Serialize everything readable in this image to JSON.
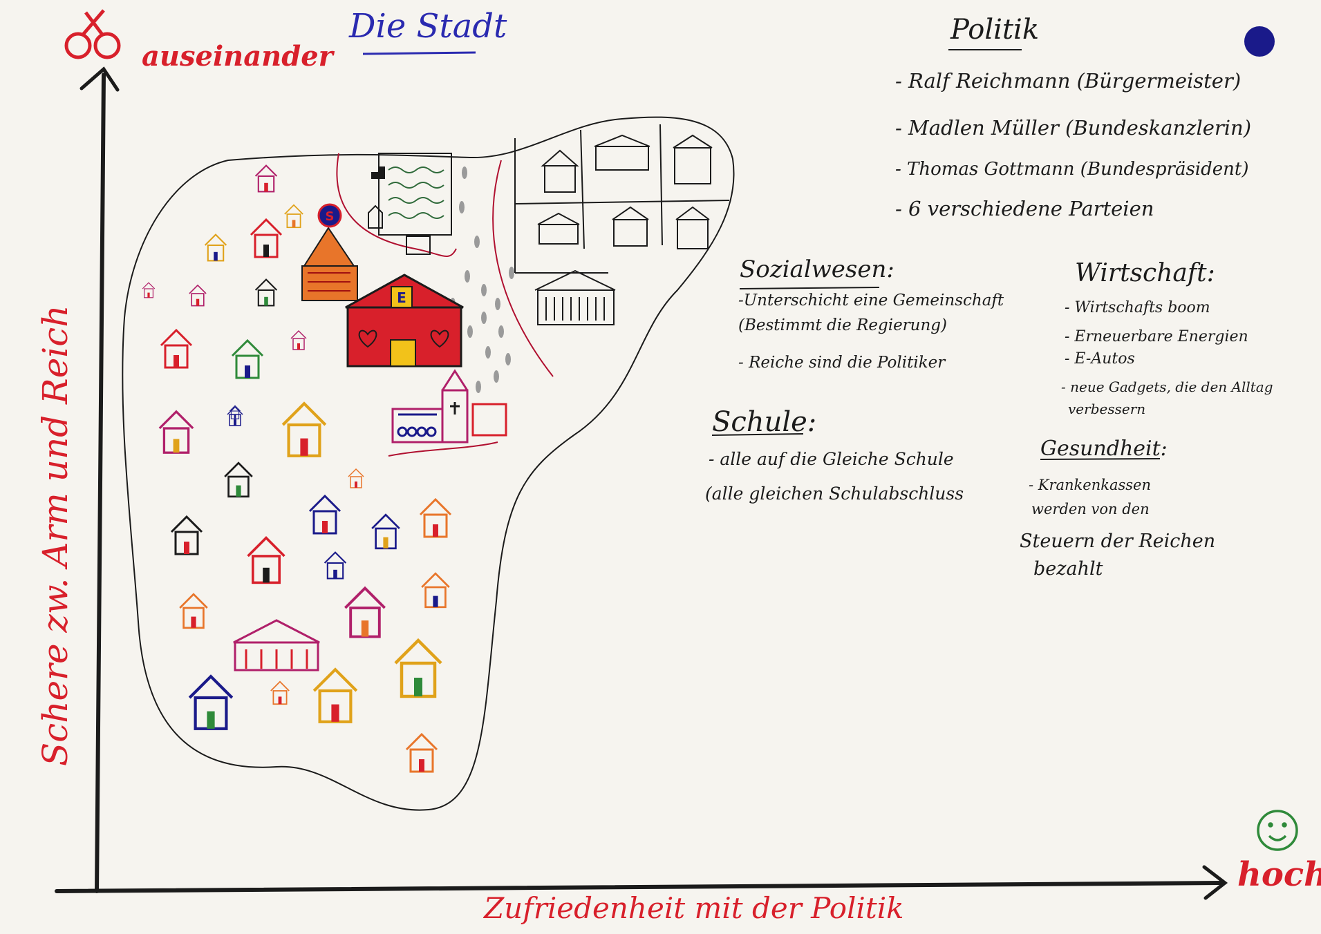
{
  "title": "Die Stadt",
  "y_axis": {
    "top_label": "auseinander",
    "label": "Schere zw. Arm und Reich"
  },
  "x_axis": {
    "label": "Zufriedenheit mit der Politik",
    "end_label": "hoch"
  },
  "politik": {
    "heading": "Politik",
    "items": [
      "- Ralf Reichmann (Bürgermeister)",
      "- Madlen Müller (Bundeskanzlerin)",
      "- Thomas Gottmann (Bundespräsident)",
      "- 6 verschiedene Parteien"
    ]
  },
  "sozialwesen": {
    "heading": "Sozialwesen:",
    "items": [
      "-Unterschicht eine Gemeinschaft",
      "(Bestimmt die Regierung)",
      "- Reiche sind die Politiker"
    ]
  },
  "wirtschaft": {
    "heading": "Wirtschaft:",
    "items": [
      "- Wirtschafts boom",
      "- Erneuerbare Energien",
      "- E-Autos",
      "- neue Gadgets, die den Alltag",
      "verbessern"
    ]
  },
  "schule": {
    "heading": "Schule:",
    "items": [
      "- alle auf die Gleiche Schule",
      "(alle gleichen Schulabschluss"
    ]
  },
  "gesundheit": {
    "heading": "Gesundheit:",
    "items": [
      "- Krankenkassen",
      "werden von den",
      "Steuern der Reichen",
      "bezahlt"
    ]
  },
  "building_letters": {
    "school": "S",
    "shop": "E"
  },
  "colors": {
    "paper": "#f6f4ef",
    "red_marker": "#d8202b",
    "black_marker": "#1b1b1b",
    "blue_marker": "#2a2ab0",
    "green_marker": "#2f8a3a",
    "pin": "#1a1a8a"
  },
  "icons": [
    "scissors-icon",
    "smiley-icon",
    "pushpin-icon",
    "heart-icon",
    "cross-icon"
  ]
}
